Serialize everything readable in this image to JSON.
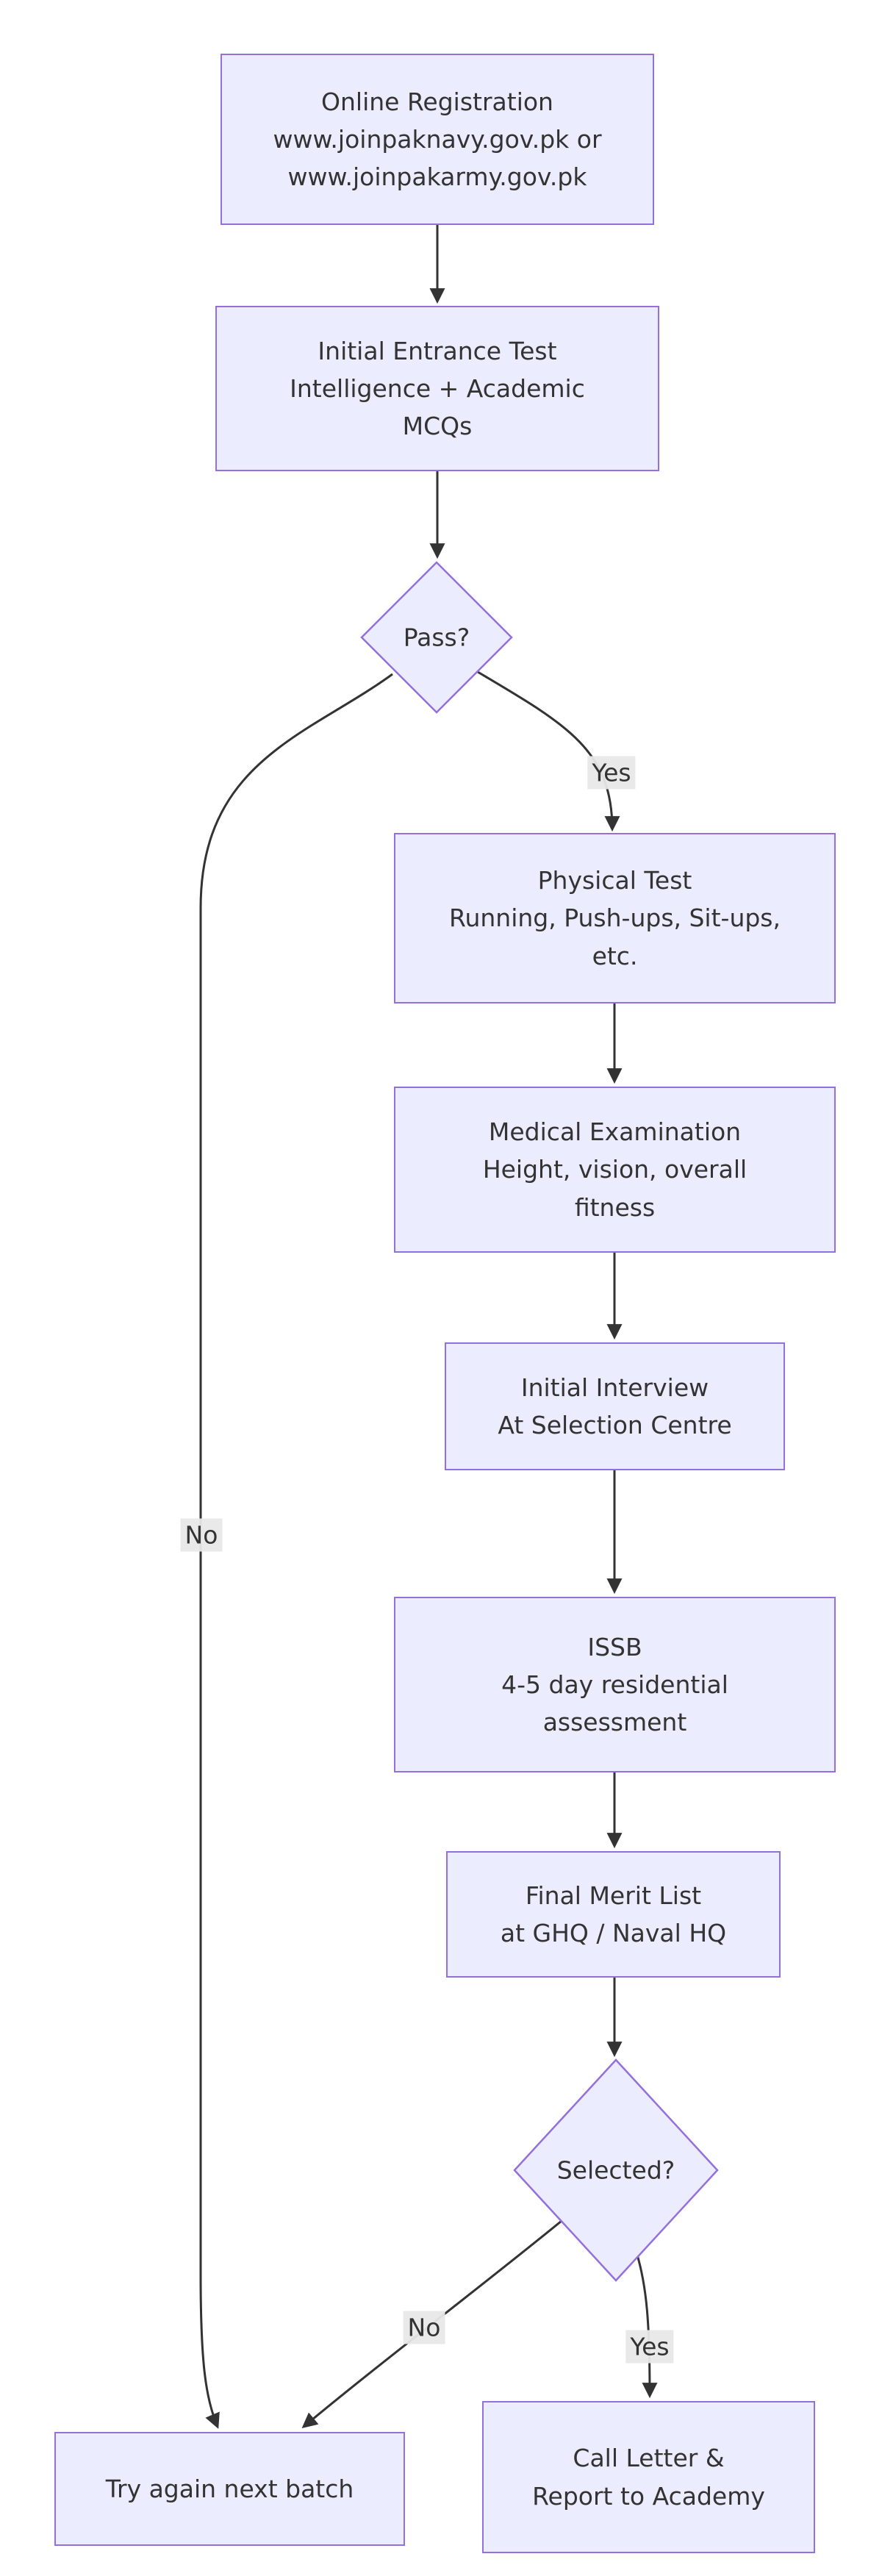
{
  "diagram": {
    "type": "flowchart",
    "direction": "top-down",
    "colors": {
      "background": "#ffffff",
      "node_fill": "#ECECFF",
      "node_border": "#9370DB",
      "edge_line": "#333333",
      "text": "#333333",
      "edge_label_bg": "#e8e8e8"
    },
    "nodes": {
      "registration": {
        "shape": "rect",
        "lines": [
          "Online Registration",
          "www.joinpaknavy.gov.pk or",
          "www.joinpakarmy.gov.pk"
        ]
      },
      "entrance_test": {
        "shape": "rect",
        "lines": [
          "Initial Entrance Test",
          "Intelligence + Academic",
          "MCQs"
        ]
      },
      "pass_decision": {
        "shape": "diamond",
        "lines": [
          "Pass?"
        ]
      },
      "physical_test": {
        "shape": "rect",
        "lines": [
          "Physical Test",
          "Running, Push-ups, Sit-ups,",
          "etc."
        ]
      },
      "medical_exam": {
        "shape": "rect",
        "lines": [
          "Medical Examination",
          "Height, vision, overall",
          "fitness"
        ]
      },
      "initial_interview": {
        "shape": "rect",
        "lines": [
          "Initial Interview",
          "At Selection Centre"
        ]
      },
      "issb": {
        "shape": "rect",
        "lines": [
          "ISSB",
          "4-5 day residential",
          "assessment"
        ]
      },
      "final_merit": {
        "shape": "rect",
        "lines": [
          "Final Merit List",
          "at GHQ / Naval HQ"
        ]
      },
      "selected_decision": {
        "shape": "diamond",
        "lines": [
          "Selected?"
        ]
      },
      "try_again": {
        "shape": "rect",
        "lines": [
          "Try again next batch"
        ]
      },
      "call_letter": {
        "shape": "rect",
        "lines": [
          "Call Letter &",
          "Report to Academy"
        ]
      }
    },
    "edges": [
      {
        "from": "registration",
        "to": "entrance_test",
        "label": ""
      },
      {
        "from": "entrance_test",
        "to": "pass_decision",
        "label": ""
      },
      {
        "from": "pass_decision",
        "to": "physical_test",
        "label": "Yes"
      },
      {
        "from": "pass_decision",
        "to": "try_again",
        "label": "No"
      },
      {
        "from": "physical_test",
        "to": "medical_exam",
        "label": ""
      },
      {
        "from": "medical_exam",
        "to": "initial_interview",
        "label": ""
      },
      {
        "from": "initial_interview",
        "to": "issb",
        "label": ""
      },
      {
        "from": "issb",
        "to": "final_merit",
        "label": ""
      },
      {
        "from": "final_merit",
        "to": "selected_decision",
        "label": ""
      },
      {
        "from": "selected_decision",
        "to": "call_letter",
        "label": "Yes"
      },
      {
        "from": "selected_decision",
        "to": "try_again",
        "label": "No"
      }
    ]
  }
}
